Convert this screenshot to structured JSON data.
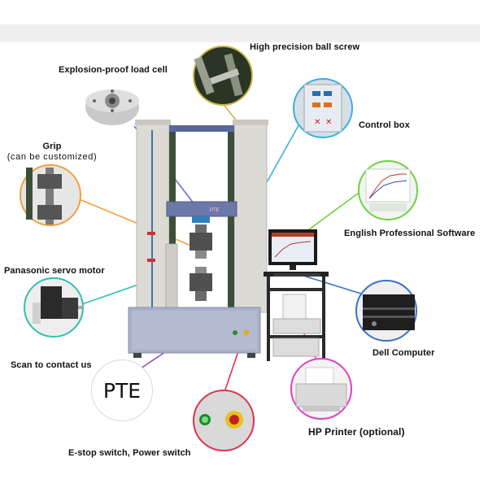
{
  "labels": {
    "ball_screw": "High precision ball screw",
    "load_cell": "Explosion-proof load cell",
    "control_box": "Control box",
    "grip_line1": "Grip",
    "grip_line2": "(can be customized)",
    "software": "English Professional Software",
    "servo_motor": "Panasonic servo motor",
    "dell": "Dell Computer",
    "scan": "Scan to contact us",
    "printer": "HP Printer (optional)",
    "switches": "E-stop switch, Power switch"
  },
  "qr_text": "PTE",
  "machine_plate": "PTE",
  "colors": {
    "frame": "#dcdad4",
    "base": "#a9b1c8",
    "crosshead": "#6c78a8",
    "line_load_cell": "#6c6cd8",
    "line_ball_screw": "#c8b84a",
    "line_control_box": "#3ab0e0",
    "line_grip": "#f0a040",
    "line_software": "#70d040",
    "line_servo": "#30c0b0",
    "line_dell": "#3870c8",
    "line_scan": "#8050c0",
    "line_printer": "#e040c0",
    "line_switches": "#e03050"
  }
}
